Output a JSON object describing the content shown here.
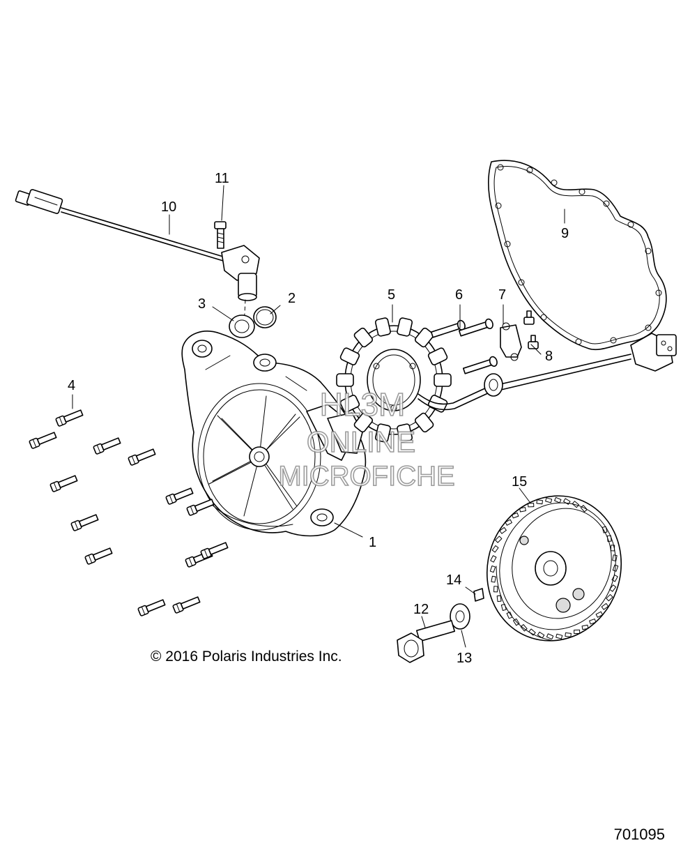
{
  "diagram": {
    "callouts": [
      "1",
      "2",
      "3",
      "4",
      "5",
      "6",
      "7",
      "8",
      "9",
      "10",
      "11",
      "12",
      "13",
      "14",
      "15"
    ],
    "copyright": "© 2016 Polaris Industries Inc.",
    "document_number": "701095",
    "watermark": {
      "line1": "HL3M",
      "line2": "ONLINE",
      "line3": "MICROFICHE"
    }
  }
}
